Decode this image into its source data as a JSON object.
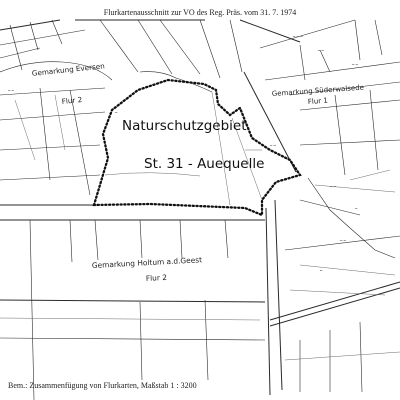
{
  "header": {
    "title": "Flurkartenausschnitt zur VO des Reg. Präs. vom 31. 7. 1974"
  },
  "reserve": {
    "name": "Naturschutzgebiet",
    "code": "St. 31 - Auequelle"
  },
  "districts": [
    {
      "name": "Gemarkung Eversen",
      "flur": "Flur 2"
    },
    {
      "name": "Gemarkung Süderwalsede",
      "flur": "Flur 1"
    },
    {
      "name": "Gemarkung Holtum a.d.Geest",
      "flur": "Flur 2"
    }
  ],
  "footer": {
    "note": "Bem.: Zusammenfügung von Flurkarten, Maßstab 1 : 3200"
  },
  "colors": {
    "ink": "#1e1e1e",
    "background": "#ffffff"
  }
}
